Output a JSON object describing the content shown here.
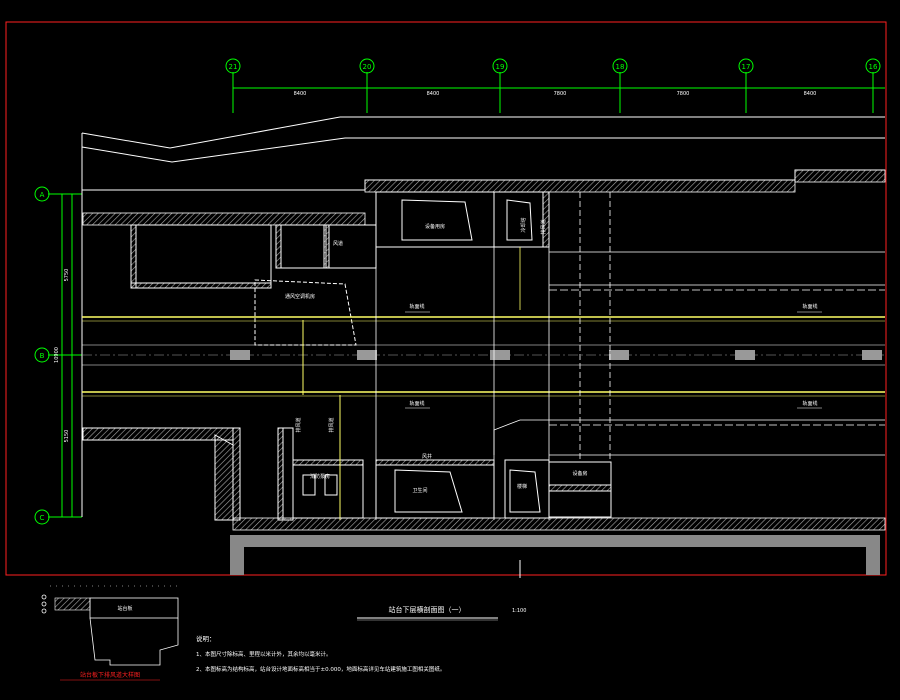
{
  "axes_top": [
    "21",
    "20",
    "19",
    "18",
    "17",
    "16"
  ],
  "axes_top_dims": [
    "8400",
    "8400",
    "7800",
    "7800",
    "8400"
  ],
  "axes_left": [
    "A",
    "B",
    "C"
  ],
  "axes_left_dims": [
    "5750",
    "5150"
  ],
  "axes_left_total": "10900",
  "room_labels": [
    "设备用房",
    "风道",
    "通风空调机房",
    "消防泵房",
    "卫生间",
    "楼梯",
    "设备房",
    "风井",
    "冷却塔"
  ],
  "track_labels": {
    "upper_left": "轨面线",
    "upper_right": "轨面线",
    "lower_left": "轨面线",
    "lower_right": "轨面线",
    "vertical_left_1": "排风道",
    "vertical_left_2": "排风道",
    "vertical_right": "排风道"
  },
  "title": "站台下层横剖面图（一）",
  "scale": "1:100",
  "notes_heading": "说明：",
  "notes": [
    "1、本图尺寸除标高、里程以米计外，其余均以毫米计。",
    "2、本图标高为结构标高，站台设计地面标高相当于±0.000，地面标高详见车站建筑施工图相关图纸。"
  ],
  "detail_title": "站台板下排风道大样图",
  "detail_label": "站台板",
  "colors": {
    "background": "#000000",
    "frame": "#ff2020",
    "linework": "#ffffff",
    "axis": "#00ff00",
    "track": "#ffff66",
    "dim_green": "#00ff00"
  }
}
